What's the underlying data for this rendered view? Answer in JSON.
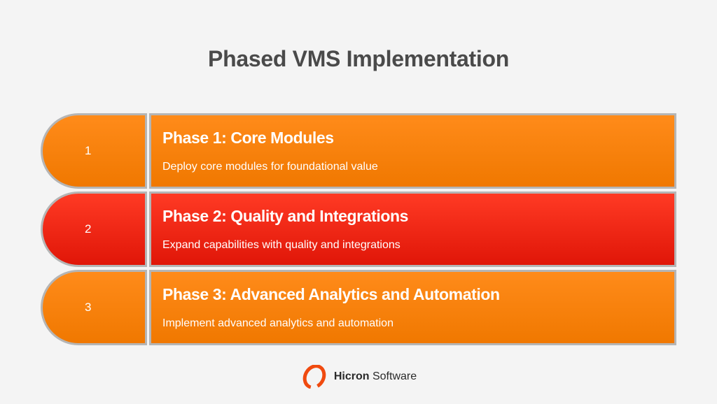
{
  "title": "Phased VMS Implementation",
  "colors": {
    "orange_top": "#ff8b1a",
    "orange_bottom": "#f07800",
    "red_top": "#ff3a24",
    "red_bottom": "#e01608",
    "border": "#b5b5b5",
    "logo_ring": "#f04a0f"
  },
  "phases": [
    {
      "number": "1",
      "title": "Phase 1: Core Modules",
      "description": "Deploy core modules for foundational value",
      "color": "orange"
    },
    {
      "number": "2",
      "title": "Phase 2: Quality and Integrations",
      "description": "Expand capabilities with quality and integrations",
      "color": "red"
    },
    {
      "number": "3",
      "title": "Phase 3: Advanced Analytics and Automation",
      "description": "Implement advanced analytics and automation",
      "color": "orange"
    }
  ],
  "footer": {
    "brand_bold": "Hicron",
    "brand_regular": " Software",
    "logo_icon": "hicron-ring-icon"
  }
}
